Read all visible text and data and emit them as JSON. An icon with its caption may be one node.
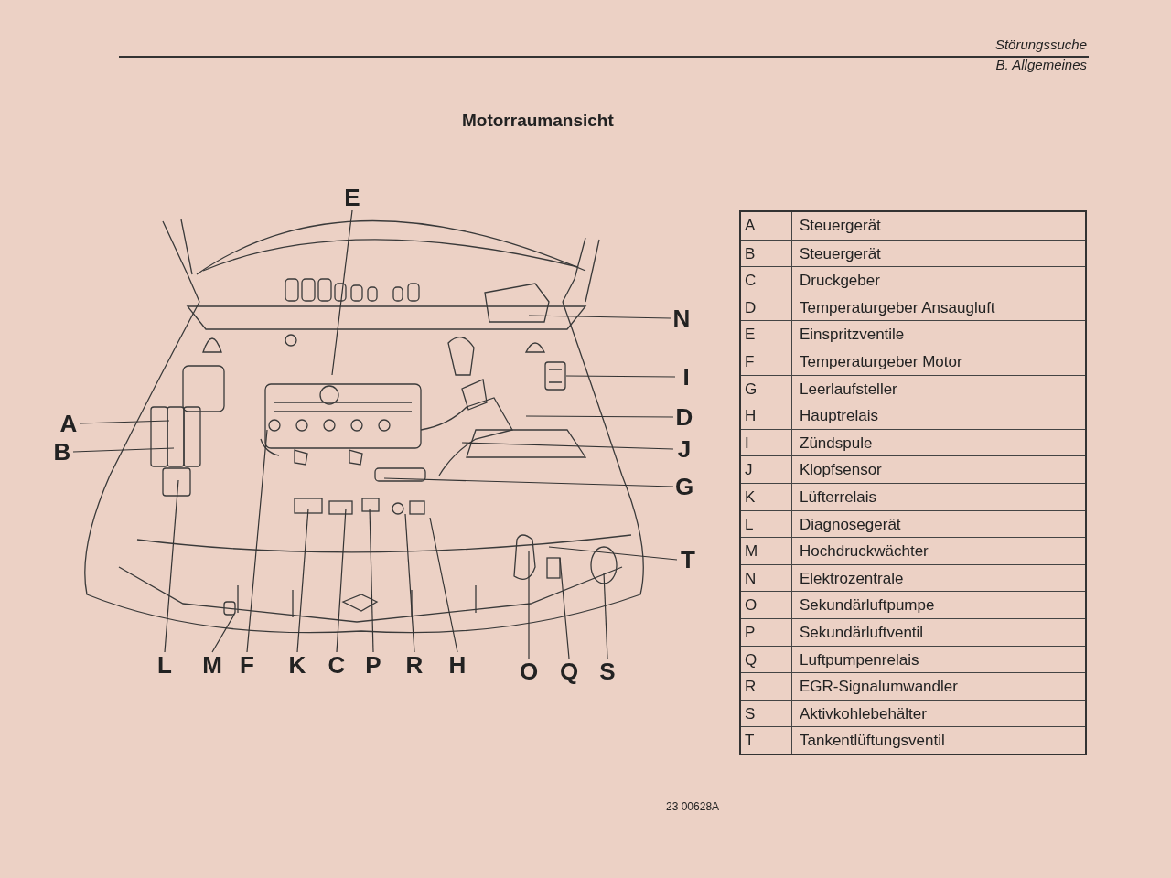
{
  "diagram": {
    "title": "Motorraumansicht",
    "nodes": [
      {
        "text": [
          "E"
        ]
      },
      {
        "text": [
          "N"
        ]
      },
      {
        "text": [
          "I"
        ]
      },
      {
        "text": [
          "A"
        ]
      },
      {
        "text": [
          "B"
        ]
      },
      {
        "text": [
          "D"
        ]
      },
      {
        "text": [
          "J"
        ]
      },
      {
        "text": [
          "G"
        ]
      },
      {
        "text": [
          "T"
        ]
      },
      {
        "text": [
          "L"
        ]
      },
      {
        "text": [
          "M"
        ]
      },
      {
        "text": [
          "F"
        ]
      },
      {
        "text": [
          "K"
        ]
      },
      {
        "text": [
          "C"
        ]
      },
      {
        "text": [
          "P"
        ]
      },
      {
        "text": [
          "R"
        ]
      },
      {
        "text": [
          "H"
        ]
      },
      {
        "text": [
          "O"
        ]
      },
      {
        "text": [
          "Q"
        ]
      },
      {
        "text": [
          "S"
        ]
      }
    ],
    "edges": [
      {
        "from": 0,
        "to": null,
        "arrow": "none"
      },
      {
        "from": 1,
        "to": null,
        "arrow": "none"
      },
      {
        "from": 2,
        "to": null,
        "arrow": "none"
      },
      {
        "from": 3,
        "to": null,
        "arrow": "none"
      },
      {
        "from": 4,
        "to": null,
        "arrow": "none"
      },
      {
        "from": 5,
        "to": null,
        "arrow": "none"
      },
      {
        "from": 6,
        "to": null,
        "arrow": "none"
      },
      {
        "from": 7,
        "to": null,
        "arrow": "none"
      },
      {
        "from": 8,
        "to": null,
        "arrow": "none"
      },
      {
        "from": 9,
        "to": null,
        "arrow": "none"
      },
      {
        "from": 10,
        "to": null,
        "arrow": "none"
      },
      {
        "from": 11,
        "to": null,
        "arrow": "none"
      },
      {
        "from": 12,
        "to": null,
        "arrow": "none"
      },
      {
        "from": 13,
        "to": null,
        "arrow": "none"
      },
      {
        "from": 14,
        "to": null,
        "arrow": "none"
      },
      {
        "from": 15,
        "to": null,
        "arrow": "none"
      },
      {
        "from": 16,
        "to": null,
        "arrow": "none"
      },
      {
        "from": 17,
        "to": null,
        "arrow": "none"
      },
      {
        "from": 18,
        "to": null,
        "arrow": "none"
      },
      {
        "from": 19,
        "to": null,
        "arrow": "none"
      }
    ],
    "labels": [
      "Störungssuche",
      "B. Allgemeines",
      "A",
      "Steuergerät",
      "B",
      "Steuergerät",
      "C",
      "Druckgeber",
      "D",
      "Temperaturgeber Ansaugluft",
      "E",
      "Einspritzventile",
      "F",
      "Temperaturgeber Motor",
      "G",
      "Leerlaufsteller",
      "H",
      "Hauptrelais",
      "I",
      "Zündspule",
      "J",
      "Klopfsensor",
      "K",
      "Lüfterrelais",
      "L",
      "Diagnosegerät",
      "M",
      "Hochdruckwächter",
      "N",
      "Elektrozentrale",
      "O",
      "Sekundärluftpumpe",
      "P",
      "Sekundärluftventil",
      "Q",
      "Luftpumpenrelais",
      "R",
      "EGR-Signalumwandler",
      "S",
      "Aktivkohlebehälter",
      "T",
      "Tankentlüftungsventil",
      "23 00628A"
    ]
  }
}
